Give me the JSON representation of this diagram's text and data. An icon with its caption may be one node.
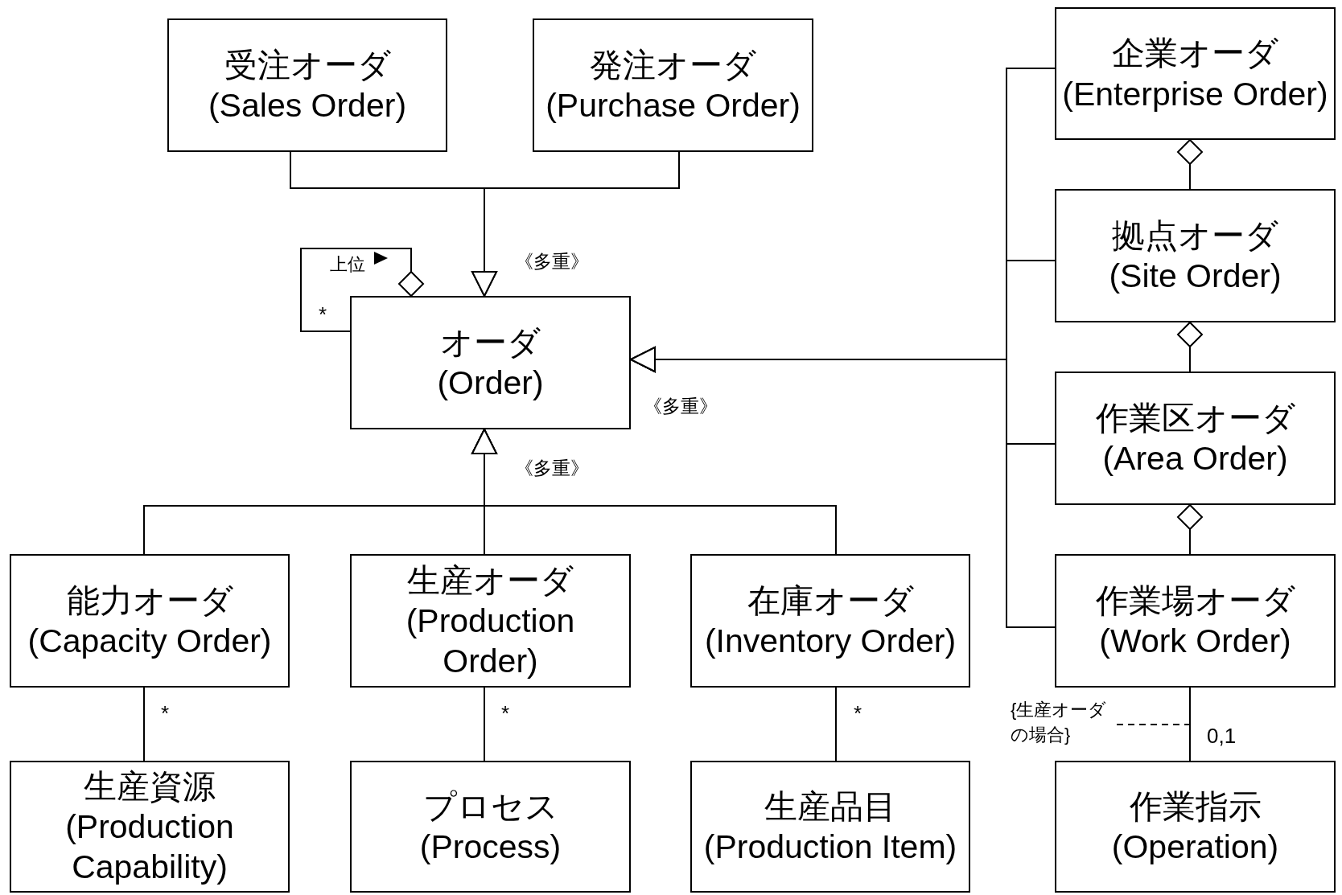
{
  "diagram": {
    "nodes": [
      {
        "text": [
          "オーダ",
          "(Order)"
        ]
      },
      {
        "text": [
          "受注オーダ",
          "(Sales Order)"
        ]
      },
      {
        "text": [
          "発注オーダ",
          "(Purchase Order)"
        ]
      },
      {
        "text": [
          "企業オーダ",
          "(Enterprise Order)"
        ]
      },
      {
        "text": [
          "拠点オーダ",
          "(Site Order)"
        ]
      },
      {
        "text": [
          "作業区オーダ",
          "(Area Order)"
        ]
      },
      {
        "text": [
          "作業場オーダ",
          "(Work Order)"
        ]
      },
      {
        "text": [
          "能力オーダ",
          "(Capacity Order)"
        ]
      },
      {
        "text": [
          "生産オーダ",
          "(Production Order)"
        ]
      },
      {
        "text": [
          "在庫オーダ",
          "(Inventory Order)"
        ]
      },
      {
        "text": [
          "生産資源",
          "(Production Capability)"
        ]
      },
      {
        "text": [
          "プロセス",
          "(Process)"
        ]
      },
      {
        "text": [
          "生産品目",
          "(Production Item)"
        ]
      },
      {
        "text": [
          "作業指示",
          "(Operation)"
        ]
      },
      {
        "text": [
          "{生産オーダの場合}"
        ]
      }
    ],
    "edges": [
      {
        "from": 1,
        "to": 0,
        "arrow": "to"
      },
      {
        "from": 2,
        "to": 0,
        "arrow": "to"
      },
      {
        "from": 3,
        "to": 0,
        "arrow": "to"
      },
      {
        "from": 4,
        "to": 0,
        "arrow": "to"
      },
      {
        "from": 5,
        "to": 0,
        "arrow": "to"
      },
      {
        "from": 6,
        "to": 0,
        "arrow": "to"
      },
      {
        "from": 7,
        "to": 0,
        "arrow": "to"
      },
      {
        "from": 8,
        "to": 0,
        "arrow": "to"
      },
      {
        "from": 9,
        "to": 0,
        "arrow": "to"
      },
      {
        "from": 0,
        "to": 0,
        "arrow": "other",
        "label": "上位"
      },
      {
        "from": 3,
        "to": 4,
        "arrow": "other"
      },
      {
        "from": 4,
        "to": 5,
        "arrow": "other"
      },
      {
        "from": 5,
        "to": 6,
        "arrow": "other"
      },
      {
        "from": 7,
        "to": 10,
        "arrow": "none"
      },
      {
        "from": 8,
        "to": 11,
        "arrow": "none"
      },
      {
        "from": 9,
        "to": 12,
        "arrow": "none"
      },
      {
        "from": 6,
        "to": 13,
        "arrow": "none"
      },
      {
        "from": 14,
        "to": null,
        "arrow": "none",
        "style": "dashed"
      }
    ],
    "labels": [
      "《多重》",
      "*",
      "《多重》",
      "《多重》",
      "*",
      "*",
      "*",
      "0,1"
    ]
  }
}
